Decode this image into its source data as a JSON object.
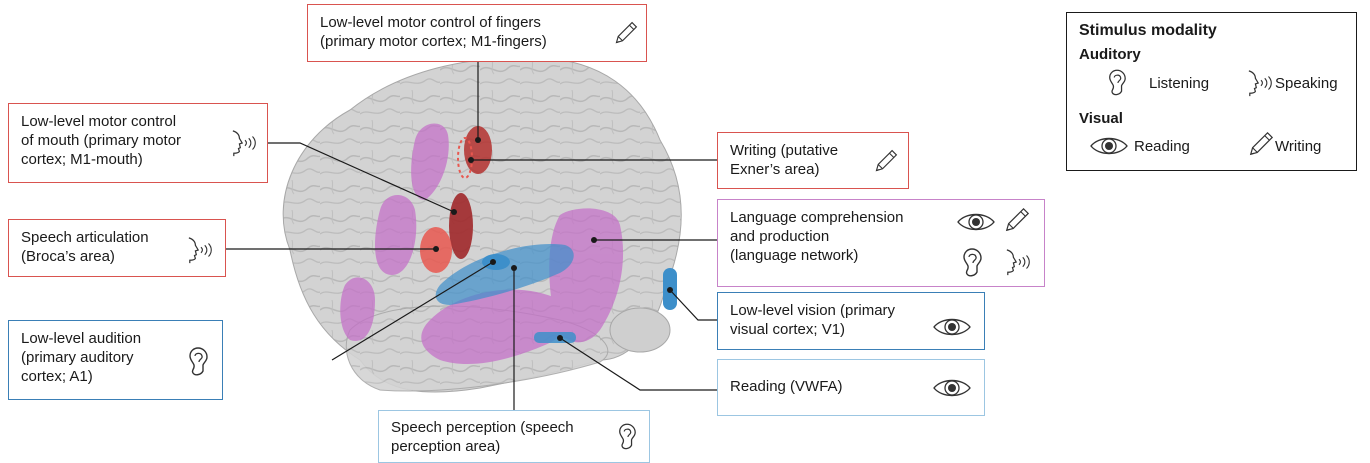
{
  "boxes": {
    "fingers": "Low-level motor control of fingers\n(primary motor cortex; M1-fingers)",
    "mouth": "Low-level motor control\nof mouth (primary motor\ncortex; M1-mouth)",
    "writing": "Writing (putative\nExner’s area)",
    "broca": "Speech articulation\n(Broca’s area)",
    "language": "Language comprehension\nand production\n(language network)",
    "vision": "Low-level vision (primary\nvisual cortex; V1)",
    "audition": "Low-level audition\n(primary auditory\ncortex; A1)",
    "vwfa": "Reading (VWFA)",
    "speech_perception": "Speech perception (speech\nperception area)"
  },
  "legend": {
    "title": "Stimulus modality",
    "auditory": "Auditory",
    "listening": "Listening",
    "speaking": "Speaking",
    "visual": "Visual",
    "reading": "Reading",
    "writing": "Writing"
  },
  "colors": {
    "motor_red": "#b3302e",
    "broca_red": "#e8574f",
    "language_purple": "#c46fc8",
    "auditory_blue": "#3d8fca",
    "brain_gray": "#d6d6d6"
  },
  "icons": [
    "ear-icon",
    "speaking-head-icon",
    "eye-icon",
    "pencil-icon"
  ]
}
